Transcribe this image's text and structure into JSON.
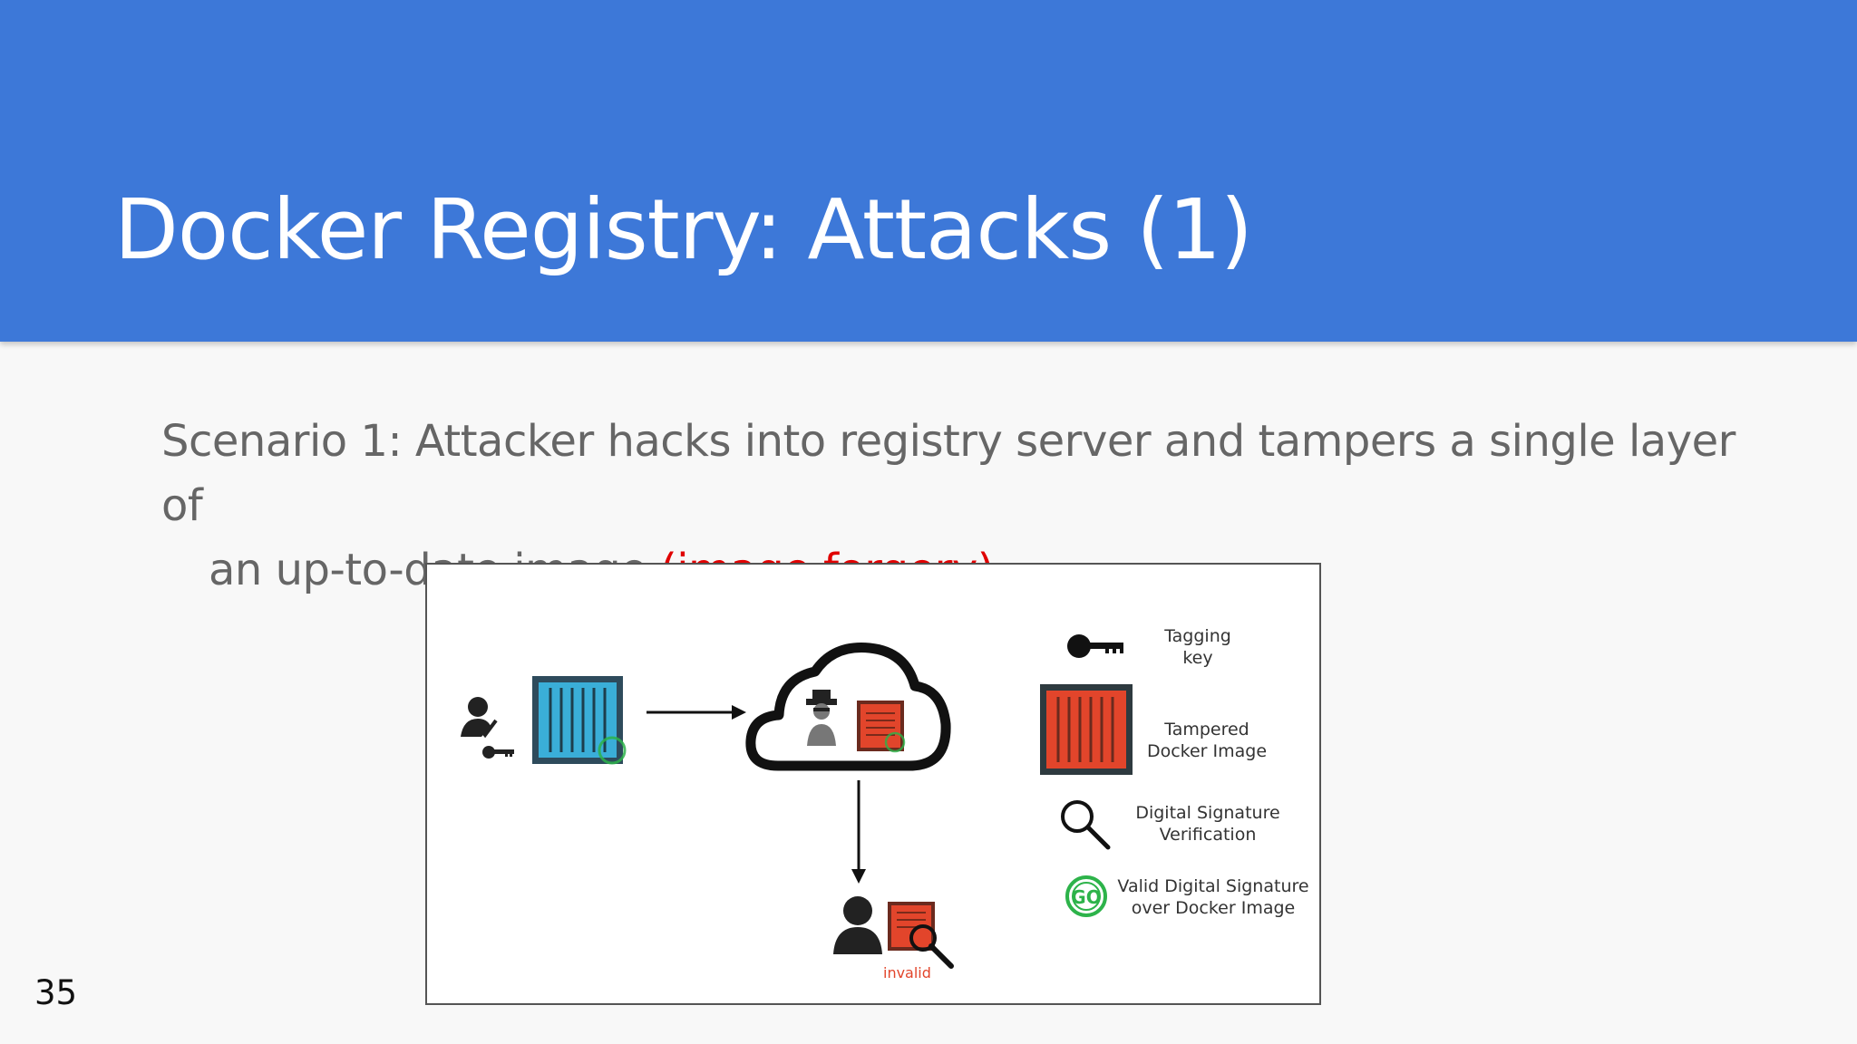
{
  "slide": {
    "title": "Docker Registry: Attacks (1)",
    "body_line1": "Scenario 1: Attacker hacks into registry server and tampers a single layer of",
    "body_line2": "an up-to-date image ",
    "body_highlight": "(image forgery)",
    "page_number": "35"
  },
  "figure": {
    "legend": {
      "tagging_key": "Tagging\nkey",
      "tampered_image": "Tampered\nDocker Image",
      "signature_verification": "Digital Signature\nVerification",
      "valid_signature": "Valid Digital Signature\nover Docker Image"
    },
    "invalid_label": "invalid",
    "go_badge": "GO"
  },
  "colors": {
    "header": "#3d78d8",
    "highlight": "#e00000",
    "container_blue": "#3aaed8",
    "container_red": "#e2452b",
    "go_green": "#2db34a"
  }
}
